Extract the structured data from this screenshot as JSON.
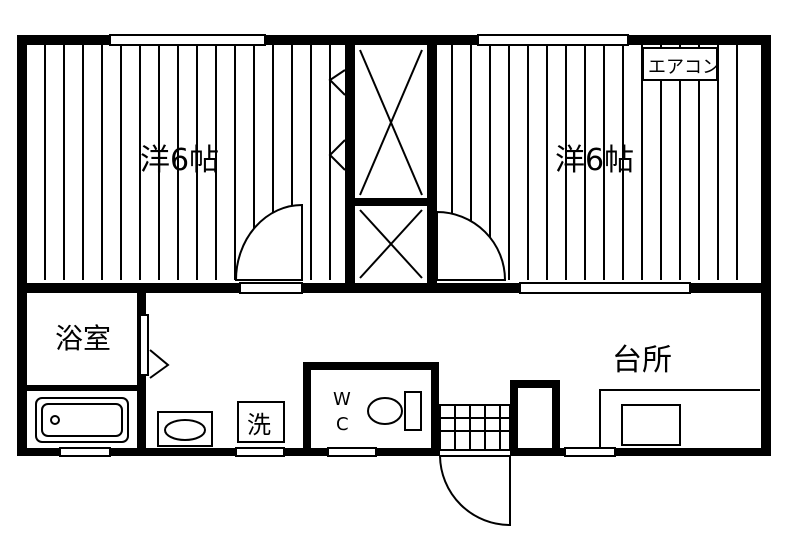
{
  "rooms": {
    "western_left": "洋6帖",
    "western_right": "洋6帖",
    "bath": "浴室",
    "kitchen": "台所",
    "wash": "洗",
    "wc_top": "W",
    "wc_bottom": "C",
    "aircon": "エアコン"
  },
  "colors": {
    "wall": "#000000",
    "background": "#ffffff"
  },
  "icons": [
    "door-swing-icon",
    "toilet-icon",
    "bathtub-icon",
    "sink-icon",
    "stairs-icon",
    "closet-cross-icon",
    "window-icon"
  ]
}
